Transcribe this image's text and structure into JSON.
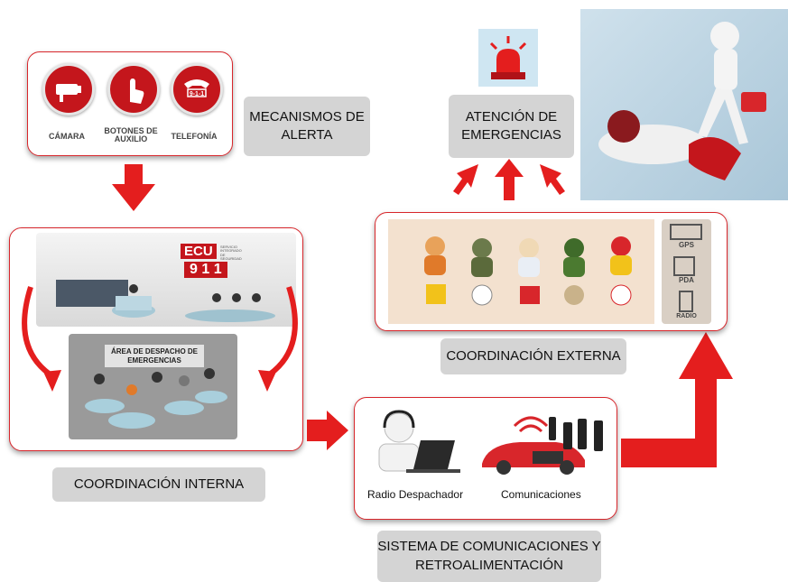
{
  "labels": {
    "mecanismos": "MECANISMOS DE\nALERTA",
    "atencion": "ATENCIÓN DE\nEMERGENCIAS",
    "coord_interna": "COORDINACIÓN INTERNA",
    "coord_externa": "COORDINACIÓN EXTERNA",
    "sistema": "SISTEMA DE COMUNICACIONES Y\nRETROALIMENTACIÓN"
  },
  "alert_icons": [
    {
      "label": "CÁMARA",
      "icon": "camera-icon"
    },
    {
      "label": "BOTONES DE\nAUXILIO",
      "icon": "hand-button-icon"
    },
    {
      "label": "TELEFONÍA",
      "icon": "phone-icon"
    }
  ],
  "ecu": {
    "logo_top": "ECU",
    "logo_number": "9 1 1",
    "logo_small": "SERVICIO\nINTEGRADO\nDE SEGURIDAD",
    "dispatch_area": "ÁREA DE DESPACHO DE\nEMERGENCIAS"
  },
  "devices": [
    "GPS",
    "PDA",
    "RADIO"
  ],
  "comm": {
    "radio": "Radio Despachador",
    "comms": "Comunicaciones"
  },
  "colors": {
    "arrow_red": "#e41e1e",
    "border_red": "#d8262b",
    "label_gray": "#d4d4d4",
    "panel_beige": "#f3e1cf"
  }
}
